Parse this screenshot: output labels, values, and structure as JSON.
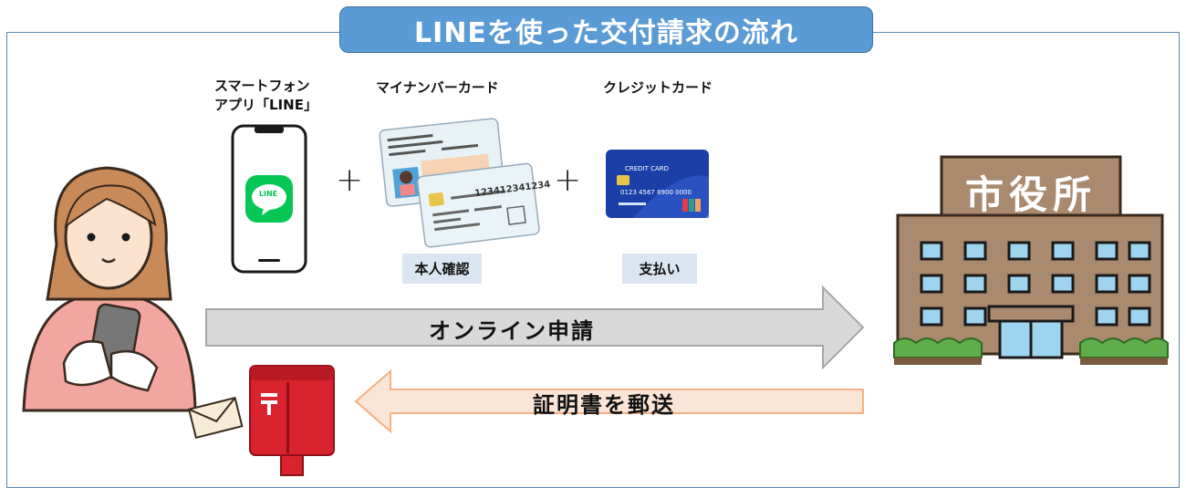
{
  "title": "LINEを使った交付請求の流れ",
  "items": {
    "smartphone_label": [
      "スマートフォン",
      "アプリ「LINE」"
    ],
    "line_logo_text": "LINE",
    "mynumber_label": "マイナンバーカード",
    "creditcard_label": "クレジットカード",
    "mynumber_tag": "本人確認",
    "creditcard_tag": "支払い",
    "plus": "+",
    "card_number": "123412341234",
    "credit_card_title": "CREDIT CARD",
    "credit_card_number": "0123 4567 8900 0000"
  },
  "city_hall": {
    "sign": "市役所"
  },
  "flows": {
    "apply": "オンライン申請",
    "mail": "証明書を郵送"
  },
  "colors": {
    "title_bg": "#5b9bd5",
    "frame": "#5b87b5",
    "tag_bg": "#dbe5f1",
    "apply_arrow": "#d9d9d9",
    "mail_arrow": "#fbe5d6",
    "mail_arrow_border": "#f4b183",
    "line_green": "#06c755",
    "post_red": "#d9232e",
    "building": "#a98a6e"
  }
}
